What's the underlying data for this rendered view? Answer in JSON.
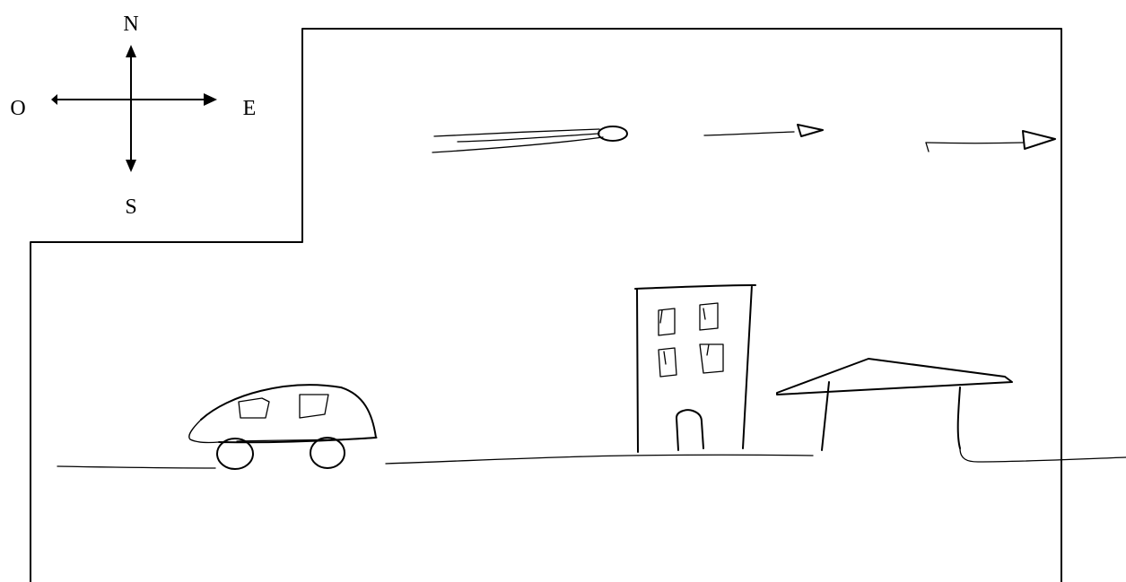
{
  "compass": {
    "north": "N",
    "south": "S",
    "east": "E",
    "west": "O"
  },
  "colors": {
    "ink": "#000000",
    "background": "#ffffff"
  }
}
